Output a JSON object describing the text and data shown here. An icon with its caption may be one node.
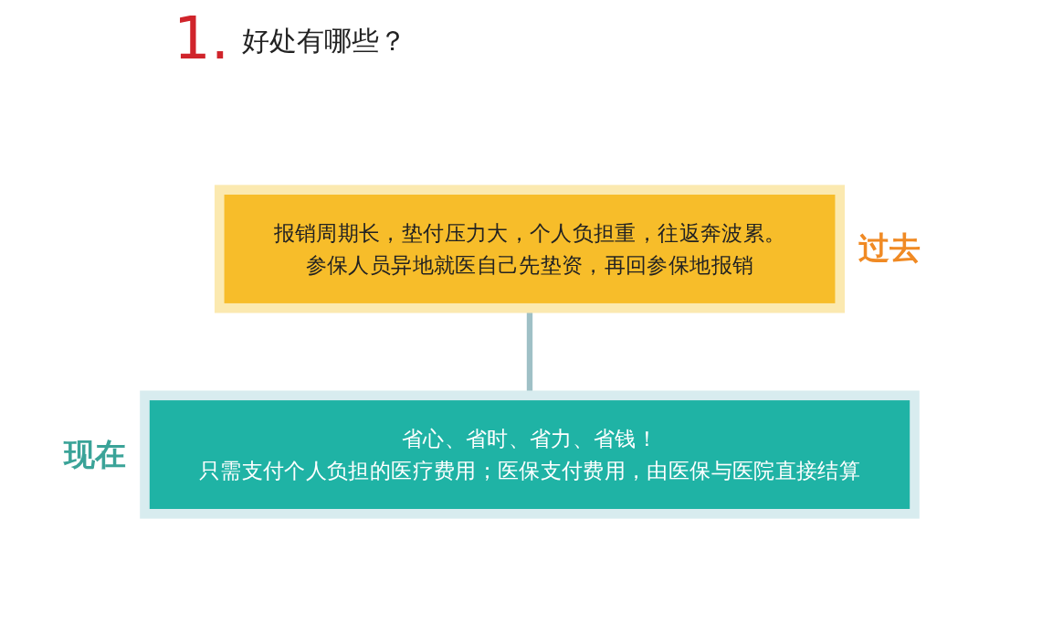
{
  "diagram": {
    "title": "好处有哪些？",
    "nodes": [
      {
        "text": [
          "报销周期长，垫付压力大，个人负担重，往返奔波累。",
          "参保人员异地就医自己先垫资，再回参保地报销"
        ],
        "beside": [
          "过去"
        ]
      },
      {
        "text": [
          "省心、省时、省力、省钱！",
          "只需支付个人负担的医疗费用；医保支付费用，由医保与医院直接结算"
        ],
        "beside": [
          "现在"
        ]
      }
    ],
    "edges": [
      {
        "from": 0,
        "to": 1,
        "arrow": "none",
        "color": "#9fc0c6"
      }
    ],
    "labels": [
      "1."
    ]
  }
}
